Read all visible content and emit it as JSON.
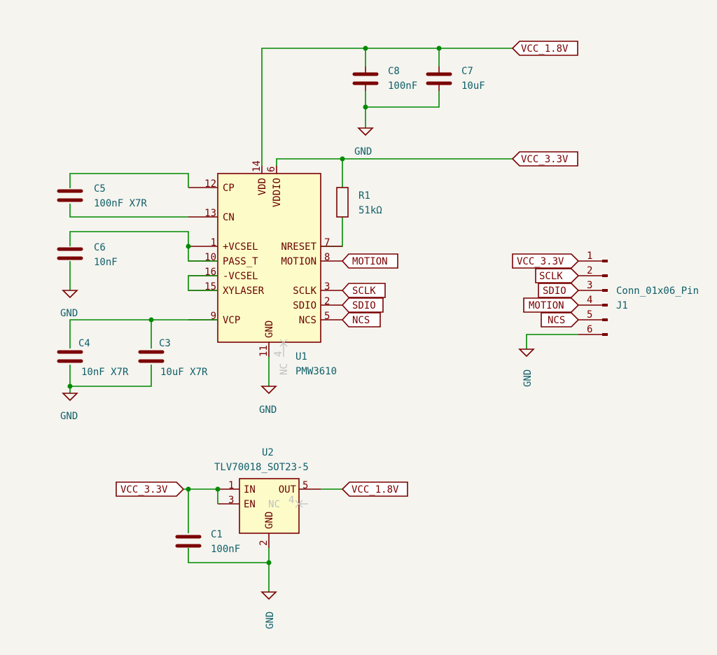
{
  "power": {
    "vcc18": "VCC_1.8V",
    "vcc33": "VCC_3.3V",
    "gnd": "GND"
  },
  "components": {
    "c8": {
      "ref": "C8",
      "value": "100nF"
    },
    "c7": {
      "ref": "C7",
      "value": "10uF"
    },
    "c5": {
      "ref": "C5",
      "value": "100nF X7R"
    },
    "c6": {
      "ref": "C6",
      "value": "10nF"
    },
    "c4": {
      "ref": "C4",
      "value": "10nF X7R"
    },
    "c3": {
      "ref": "C3",
      "value": "10uF X7R"
    },
    "c1": {
      "ref": "C1",
      "value": "100nF"
    },
    "r1": {
      "ref": "R1",
      "value": "51kΩ"
    },
    "u1": {
      "ref": "U1",
      "value": "PMW3610"
    },
    "u2": {
      "ref": "U2",
      "value": "TLV70018_SOT23-5"
    },
    "j1": {
      "ref": "J1",
      "value": "Conn_01x06_Pin"
    }
  },
  "u1_pins": {
    "cp": {
      "name": "CP",
      "num": "12"
    },
    "cn": {
      "name": "CN",
      "num": "13"
    },
    "vcsel_p": {
      "name": "+VCSEL",
      "num": "1"
    },
    "pass_t": {
      "name": "PASS_T",
      "num": "10"
    },
    "vcsel_n": {
      "name": "-VCSEL",
      "num": "16"
    },
    "xylaser": {
      "name": "XYLASER",
      "num": "15"
    },
    "vcp": {
      "name": "VCP",
      "num": "9"
    },
    "vdd": {
      "name": "VDD",
      "num": "14"
    },
    "vddio": {
      "name": "VDDIO",
      "num": "6"
    },
    "gnd": {
      "name": "GND",
      "num": "11"
    },
    "nc": {
      "name": "NC",
      "num": "4"
    },
    "nreset": {
      "name": "NRESET",
      "num": "7"
    },
    "motion": {
      "name": "MOTION",
      "num": "8"
    },
    "sclk": {
      "name": "SCLK",
      "num": "3"
    },
    "sdio": {
      "name": "SDIO",
      "num": "2"
    },
    "ncs": {
      "name": "NCS",
      "num": "5"
    }
  },
  "u2_pins": {
    "in": {
      "name": "IN",
      "num": "1"
    },
    "en": {
      "name": "EN",
      "num": "3"
    },
    "gnd": {
      "name": "GND",
      "num": "2"
    },
    "nc": {
      "name": "NC",
      "num": "4"
    },
    "out": {
      "name": "OUT",
      "num": "5"
    }
  },
  "nets": {
    "motion": "MOTION",
    "sclk": "SCLK",
    "sdio": "SDIO",
    "ncs": "NCS"
  },
  "j1_pins": [
    "1",
    "2",
    "3",
    "4",
    "5",
    "6"
  ],
  "colors": {
    "wire": "#008a00",
    "symbol": "#7a0000",
    "body_fill": "#fdfcc8",
    "reference_text": "#0f5f68",
    "background": "#f5f4ef"
  }
}
